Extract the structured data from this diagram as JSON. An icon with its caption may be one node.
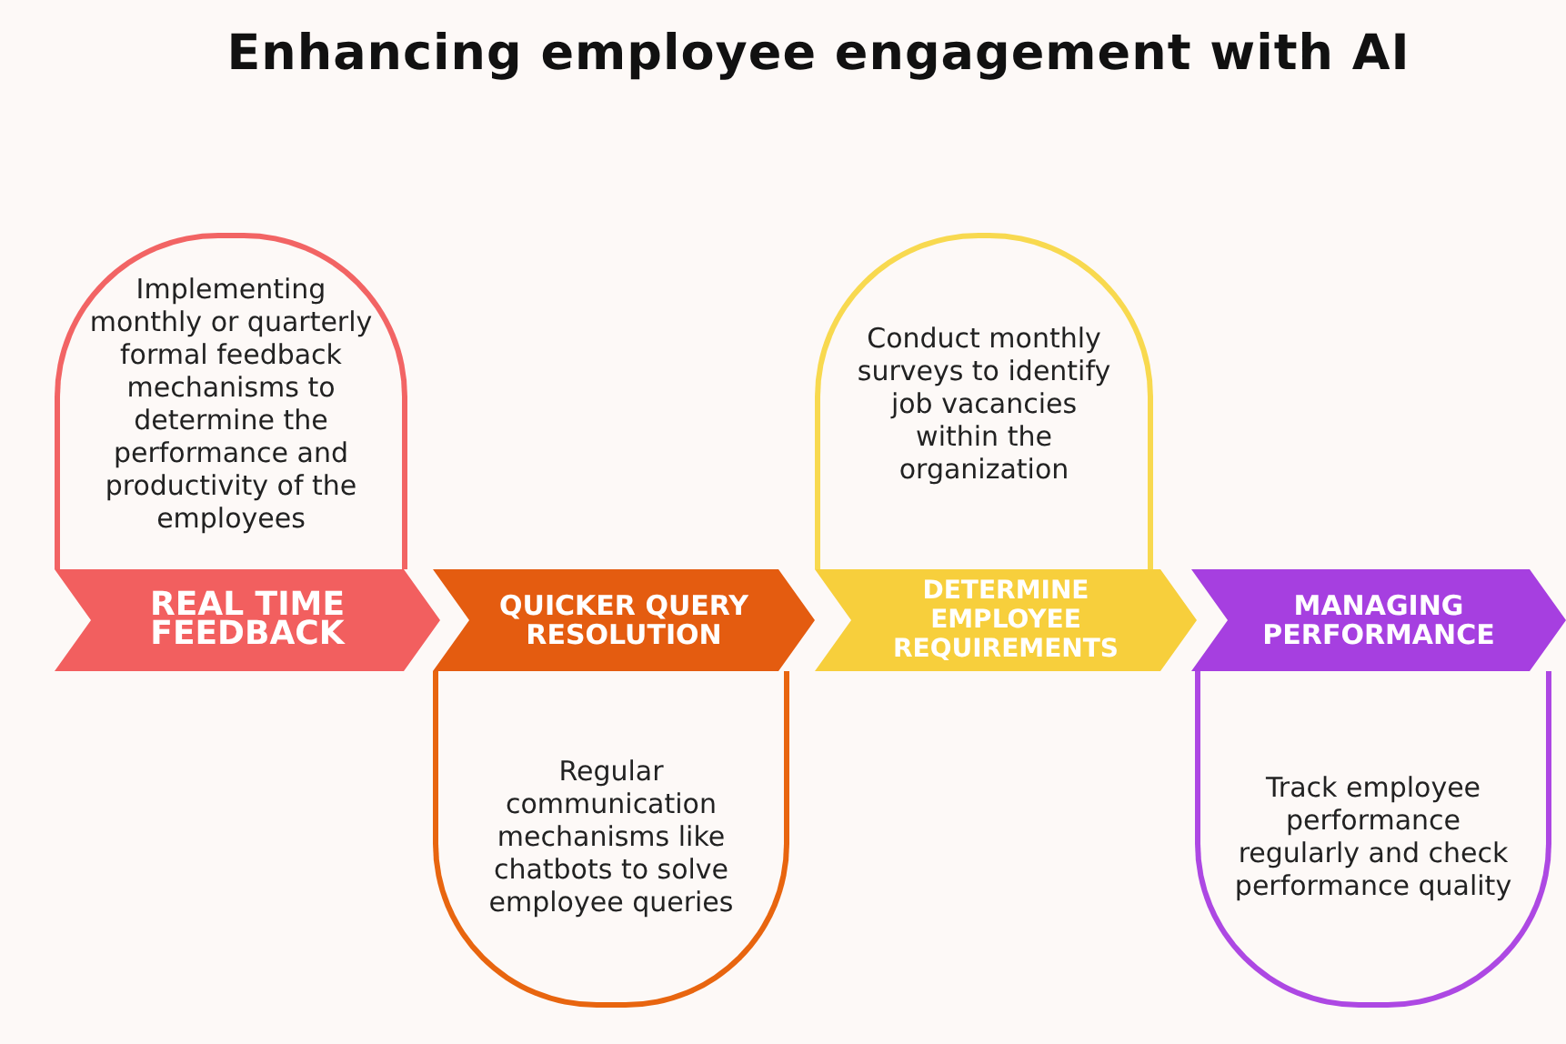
{
  "diagram": {
    "title": "Enhancing employee engagement with AI",
    "nodes": [
      {
        "text": [
          "Implementing monthly or quarterly formal feedback mechanisms to determine the performance and productivity of the employees"
        ]
      },
      {
        "text": [
          "REAL TIME FEEDBACK"
        ]
      },
      {
        "text": [
          "QUICKER QUERY RESOLUTION"
        ]
      },
      {
        "text": [
          "Regular communication mechanisms like chatbots to solve employee queries"
        ]
      },
      {
        "text": [
          "Conduct monthly surveys to identify job vacancies within the organization"
        ]
      },
      {
        "text": [
          "DETERMINE EMPLOYEE REQUIREMENTS"
        ]
      },
      {
        "text": [
          "MANAGING PERFORMANCE"
        ]
      },
      {
        "text": [
          "Track employee performance regularly and check performance quality"
        ]
      }
    ]
  }
}
